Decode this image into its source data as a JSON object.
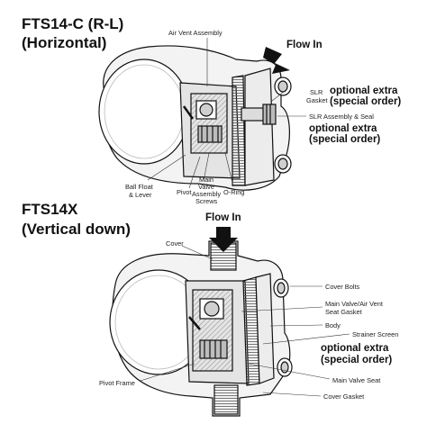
{
  "top": {
    "title_line1": "FTS14-C (R-L)",
    "title_line2": "(Horizontal)",
    "flow_in": "Flow In",
    "labels": {
      "air_vent": "Air Vent Assembly",
      "slr_l1": "SLR",
      "slr_l2": "Gasket",
      "slr_seal": "SLR Assembly & Seal",
      "ball_l1": "Ball Float",
      "ball_l2": "& Lever",
      "pivot": "Pivot",
      "mvs_l1": "Main",
      "mvs_l2": "Valve",
      "mvs_l3": "Assembly",
      "mvs_l4": "Screws",
      "oring": "O-Ring"
    },
    "optional1_l1": "optional extra",
    "optional1_l2": "(special order)",
    "optional2_l1": "optional extra",
    "optional2_l2": "(special order)"
  },
  "bottom": {
    "title_line1": "FTS14X",
    "title_line2": "(Vertical down)",
    "flow_in": "Flow In",
    "labels": {
      "cover": "Cover",
      "cover_bolts": "Cover Bolts",
      "mv_l1": "Main Valve/Air Vent",
      "mv_l2": "Seat Gasket",
      "body": "Body",
      "strainer": "Strainer Screen",
      "mvseat": "Main Valve Seat",
      "pivot_frame": "Pivot Frame",
      "cover_gasket": "Cover Gasket"
    },
    "optional_l1": "optional extra",
    "optional_l2": "(special order)"
  },
  "colors": {
    "ink": "#111111",
    "shade": "#9a9a9a",
    "light": "#d6d6d6",
    "paper": "#ffffff"
  }
}
